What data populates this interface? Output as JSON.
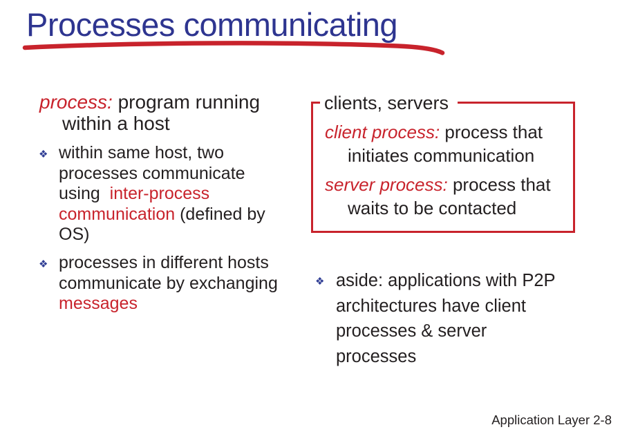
{
  "slide": {
    "title": "Processes communicating",
    "footer": "Application Layer 2-8"
  },
  "colors": {
    "accent_red": "#c8232c",
    "title_blue": "#2e3590",
    "text_black": "#231f20",
    "bullet_blue": "#2f3d94"
  },
  "icons": {
    "bullet_glyph": "❖"
  },
  "left_column": {
    "heading": {
      "lines": [
        {
          "segments": [
            {
              "text": "process: ",
              "style": "red-italic"
            },
            {
              "text": "program running",
              "style": "plain"
            }
          ],
          "indent": false
        },
        {
          "segments": [
            {
              "text": "within a host",
              "style": "plain"
            }
          ],
          "indent": true
        }
      ]
    },
    "bullets": [
      {
        "marker": "❖",
        "lines": [
          {
            "segments": [
              {
                "text": "within same host, two",
                "style": "plain"
              }
            ]
          },
          {
            "segments": [
              {
                "text": "processes communicate",
                "style": "plain"
              }
            ]
          },
          {
            "segments": [
              {
                "text": "using  ",
                "style": "plain"
              },
              {
                "text": "inter-process",
                "style": "red"
              }
            ]
          },
          {
            "segments": [
              {
                "text": "communication",
                "style": "red"
              },
              {
                "text": " (defined by",
                "style": "plain"
              }
            ]
          },
          {
            "segments": [
              {
                "text": "OS)",
                "style": "plain"
              }
            ]
          }
        ]
      },
      {
        "marker": "❖",
        "lines": [
          {
            "segments": [
              {
                "text": "processes in different hosts",
                "style": "plain"
              }
            ]
          },
          {
            "segments": [
              {
                "text": "communicate by exchanging",
                "style": "plain"
              }
            ]
          },
          {
            "segments": [
              {
                "text": "messages",
                "style": "red"
              }
            ]
          }
        ]
      }
    ]
  },
  "clients_servers_box": {
    "label": "clients, servers",
    "entries": [
      {
        "lines": [
          {
            "segments": [
              {
                "text": "client process: ",
                "style": "red-italic"
              },
              {
                "text": "process that",
                "style": "plain"
              }
            ],
            "indent": false
          },
          {
            "segments": [
              {
                "text": "initiates communication",
                "style": "plain"
              }
            ],
            "indent": true
          }
        ]
      },
      {
        "lines": [
          {
            "segments": [
              {
                "text": "server process: ",
                "style": "red-italic"
              },
              {
                "text": "process that",
                "style": "plain"
              }
            ],
            "indent": false
          },
          {
            "segments": [
              {
                "text": "waits to be contacted",
                "style": "plain"
              }
            ],
            "indent": true
          }
        ]
      }
    ]
  },
  "aside_bullet": {
    "marker": "❖",
    "lines": [
      {
        "segments": [
          {
            "text": "aside: applications with P2P",
            "style": "plain"
          }
        ]
      },
      {
        "segments": [
          {
            "text": "architectures have client",
            "style": "plain"
          }
        ]
      },
      {
        "segments": [
          {
            "text": "processes & server",
            "style": "plain"
          }
        ]
      },
      {
        "segments": [
          {
            "text": "processes",
            "style": "plain"
          }
        ]
      }
    ]
  }
}
